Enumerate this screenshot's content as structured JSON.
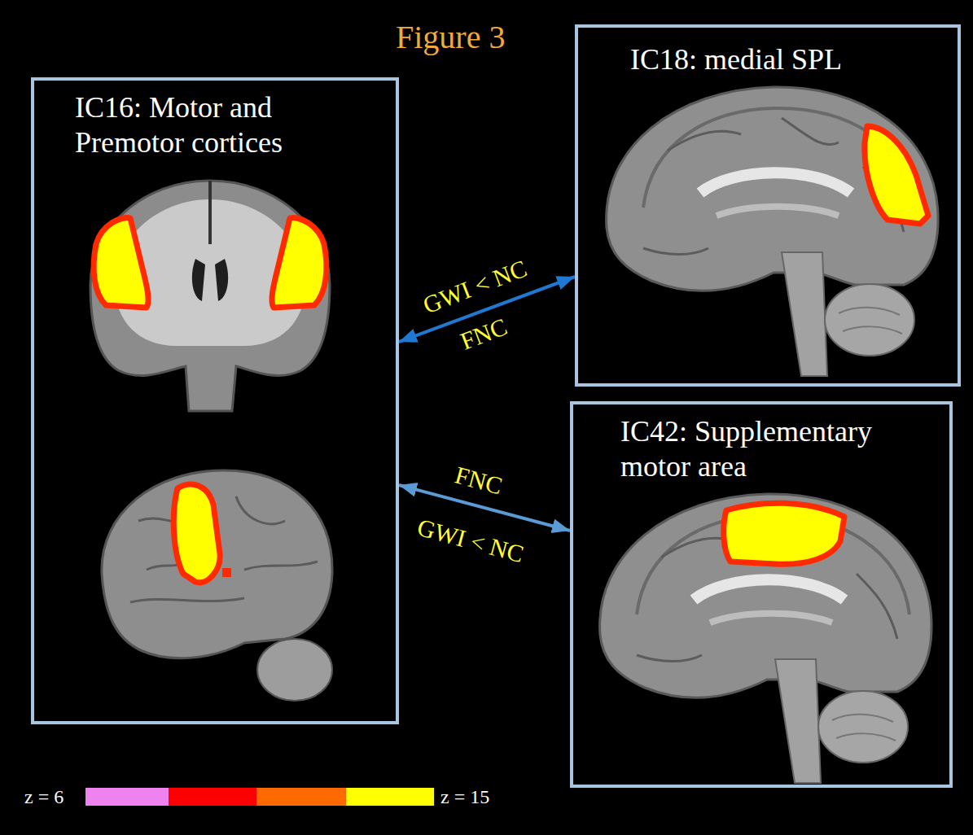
{
  "diagram": {
    "title": "Figure 3",
    "nodes": [
      {
        "text": [
          "IC16: Motor and Premotor cortices"
        ]
      },
      {
        "text": [
          "IC18: medial SPL"
        ]
      },
      {
        "text": [
          "IC42: Supplementary motor area"
        ]
      }
    ],
    "edges": [
      {
        "from": 0,
        "to": 1,
        "label": "GWI < NC",
        "arrow": "both"
      },
      {
        "from": 0,
        "to": 2,
        "label": "GWI < NC",
        "arrow": "both"
      }
    ],
    "labels": [
      "FNC",
      "FNC",
      "z = 6",
      "z = 15"
    ]
  }
}
